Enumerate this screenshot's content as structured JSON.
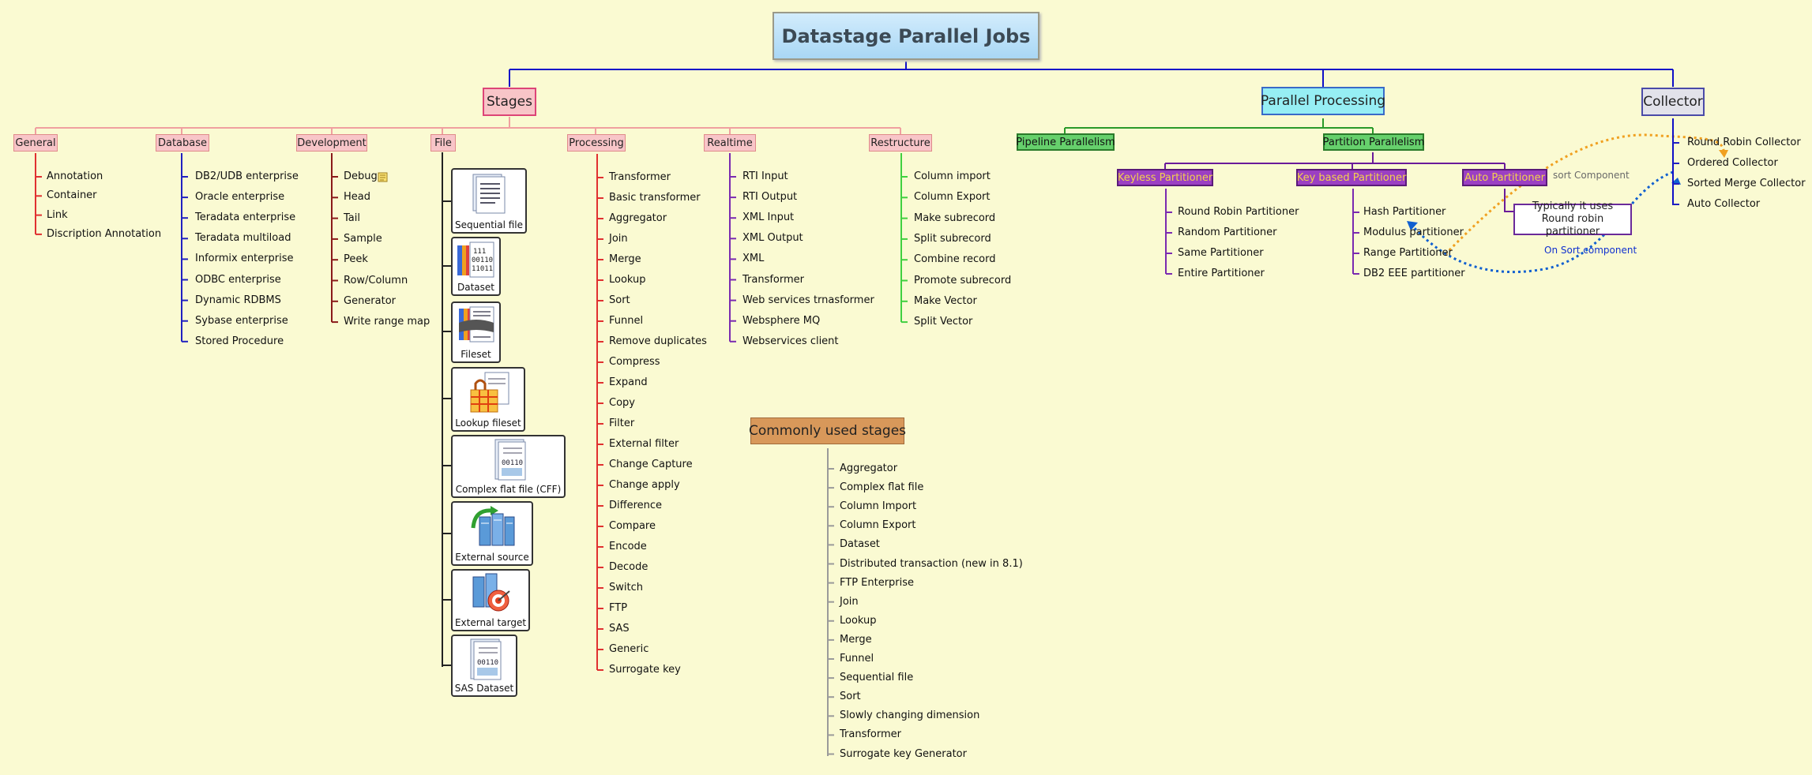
{
  "title": "Datastage Parallel Jobs",
  "stages": {
    "label": "Stages",
    "categories": {
      "general": {
        "label": "General",
        "items": [
          "Annotation",
          "Container",
          "Link",
          "Discription Annotation"
        ]
      },
      "database": {
        "label": "Database",
        "items": [
          "DB2/UDB enterprise",
          "Oracle enterprise",
          "Teradata enterprise",
          "Teradata multiload",
          "Informix enterprise",
          "ODBC enterprise",
          "Dynamic RDBMS",
          "Sybase enterprise",
          "Stored Procedure"
        ]
      },
      "development": {
        "label": "Development",
        "items": [
          "Debug",
          "Head",
          "Tail",
          "Sample",
          "Peek",
          "Row/Column",
          "Generator",
          "Write range map"
        ]
      },
      "file": {
        "label": "File",
        "items": [
          "Sequential file",
          "Dataset",
          "Fileset",
          "Lookup fileset",
          "Complex flat file (CFF)",
          "External source",
          "External target",
          "SAS Dataset"
        ]
      },
      "processing": {
        "label": "Processing",
        "items": [
          "Transformer",
          "Basic transformer",
          "Aggregator",
          "Join",
          "Merge",
          "Lookup",
          "Sort",
          "Funnel",
          "Remove duplicates",
          "Compress",
          "Expand",
          "Copy",
          "Filter",
          "External filter",
          "Change Capture",
          "Change apply",
          "Difference",
          "Compare",
          "Encode",
          "Decode",
          "Switch",
          "FTP",
          "SAS",
          "Generic",
          "Surrogate key"
        ]
      },
      "realtime": {
        "label": "Realtime",
        "items": [
          "RTI Input",
          "RTI Output",
          "XML Input",
          "XML Output",
          "XML",
          "Transformer",
          "Web services trnasformer",
          "Websphere MQ",
          "Webservices client"
        ]
      },
      "restructure": {
        "label": "Restructure",
        "items": [
          "Column import",
          "Column Export",
          "Make subrecord",
          "Split subrecord",
          "Combine record",
          "Promote subrecord",
          "Make Vector",
          "Split Vector"
        ]
      }
    }
  },
  "parallel": {
    "label": "Parallel Processing",
    "pipeline": "Pipeline Parallelism",
    "partition": "Partition Parallelism",
    "keyless": {
      "label": "Keyless Partitioner",
      "items": [
        "Round Robin Partitioner",
        "Random Partitioner",
        "Same Partitioner",
        "Entire Partitioner"
      ]
    },
    "keybased": {
      "label": "Key based Partitioner",
      "items": [
        "Hash Partitioner",
        "Modulus partitioner",
        "Range Partitioner",
        "DB2 EEE partitioner"
      ]
    },
    "auto": {
      "label": "Auto Partitioner",
      "note": "Typically it uses Round robin partitioner"
    }
  },
  "collector": {
    "label": "Collector",
    "items": [
      "Round Robin Collector",
      "Ordered Collector",
      "Sorted Merge Collector",
      "Auto Collector"
    ]
  },
  "annotations": {
    "sort_component": "sort Component",
    "on_sort_component": "On Sort component"
  },
  "common": {
    "label": "Commonly used stages",
    "items": [
      "Aggregator",
      "Complex flat file",
      "Column Import",
      "Column Export",
      "Dataset",
      "Distributed transaction (new in 8.1)",
      "FTP Enterprise",
      "Join",
      "Lookup",
      "Merge",
      "Funnel",
      "Sequential file",
      "Sort",
      "Slowly changing dimension",
      "Transformer",
      "Surrogate key Generator"
    ]
  },
  "colors": {
    "general": "#e03030",
    "database": "#2020c0",
    "development": "#8a1a1a",
    "file": "#222222",
    "processing": "#e03030",
    "realtime": "#7a2ab0",
    "restructure": "#40d040",
    "common": "#9a9a9a",
    "keyless": "#7a2ab0",
    "keybased": "#7a2ab0",
    "collector": "#2020c0"
  }
}
